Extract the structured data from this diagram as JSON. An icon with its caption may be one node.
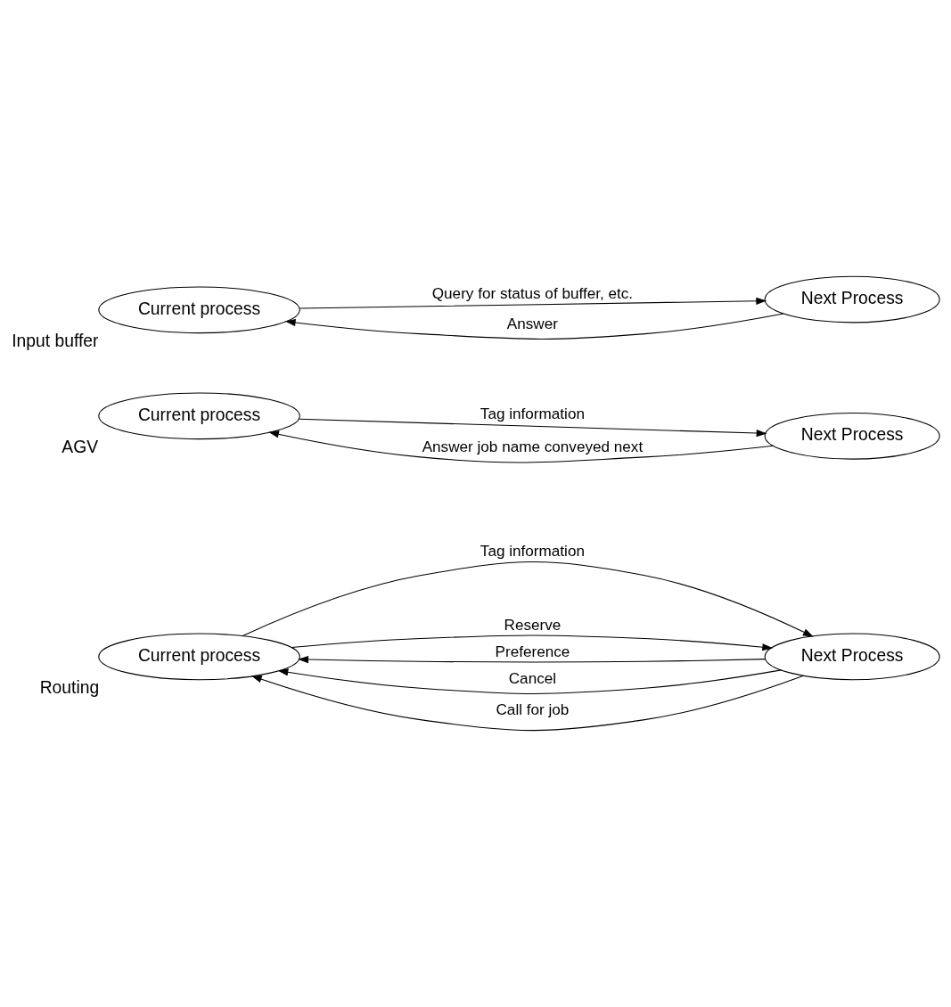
{
  "diagram": {
    "nodes": [
      {
        "text": [
          "Current process"
        ],
        "beside": [
          "Routing"
        ]
      },
      {
        "text": [
          "Next Process"
        ]
      },
      {
        "text": [
          "Current process"
        ],
        "beside": [
          "AGV"
        ]
      },
      {
        "text": [
          "Next Process"
        ]
      },
      {
        "text": [
          "Current process"
        ],
        "beside": [
          "Input buffer"
        ]
      },
      {
        "text": [
          "Next Process"
        ]
      }
    ],
    "edges": [
      {
        "from": 0,
        "to": 1,
        "arrow": "to",
        "label": "Tag information"
      },
      {
        "from": 1,
        "to": 0,
        "arrow": "to",
        "label": "Preference"
      },
      {
        "from": 0,
        "to": 1,
        "arrow": "to",
        "label": "Reserve"
      },
      {
        "from": 1,
        "to": 0,
        "arrow": "to",
        "label": "Cancel"
      },
      {
        "from": 1,
        "to": 0,
        "arrow": "to",
        "label": "Call for job"
      },
      {
        "from": 2,
        "to": 3,
        "arrow": "to",
        "label": "Tag information"
      },
      {
        "from": 3,
        "to": 2,
        "arrow": "to",
        "label": "Answer job name conveyed next"
      },
      {
        "from": 4,
        "to": 5,
        "arrow": "to",
        "label": "Query for status of buffer, etc."
      },
      {
        "from": 5,
        "to": 4,
        "arrow": "to",
        "label": "Answer"
      }
    ]
  }
}
